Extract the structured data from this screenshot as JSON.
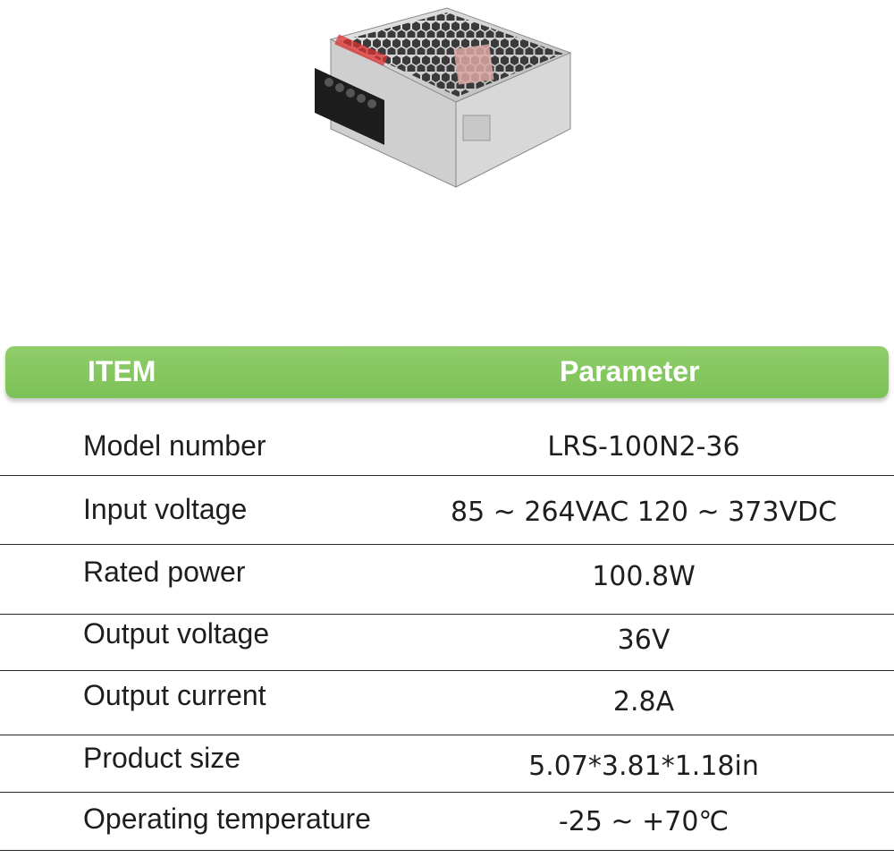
{
  "product_image": {
    "description_icon": "power-supply-unit-photo"
  },
  "table": {
    "header": {
      "item": "ITEM",
      "parameter": "Parameter"
    },
    "rows": [
      {
        "label": "Model number",
        "value": "LRS-100N2-36"
      },
      {
        "label": "Input voltage",
        "value": "85 ~ 264VAC 120 ~ 373VDC"
      },
      {
        "label": "Rated power",
        "value": "100.8W"
      },
      {
        "label": "Output voltage",
        "value": "36V"
      },
      {
        "label": "Output current",
        "value": "2.8A"
      },
      {
        "label": "Product size",
        "value": "5.07*3.81*1.18in"
      },
      {
        "label": "Operating temperature",
        "value": "-25 ~ +70℃"
      }
    ],
    "colors": {
      "header_green": "#7cc257",
      "header_text": "#ffffff"
    }
  }
}
